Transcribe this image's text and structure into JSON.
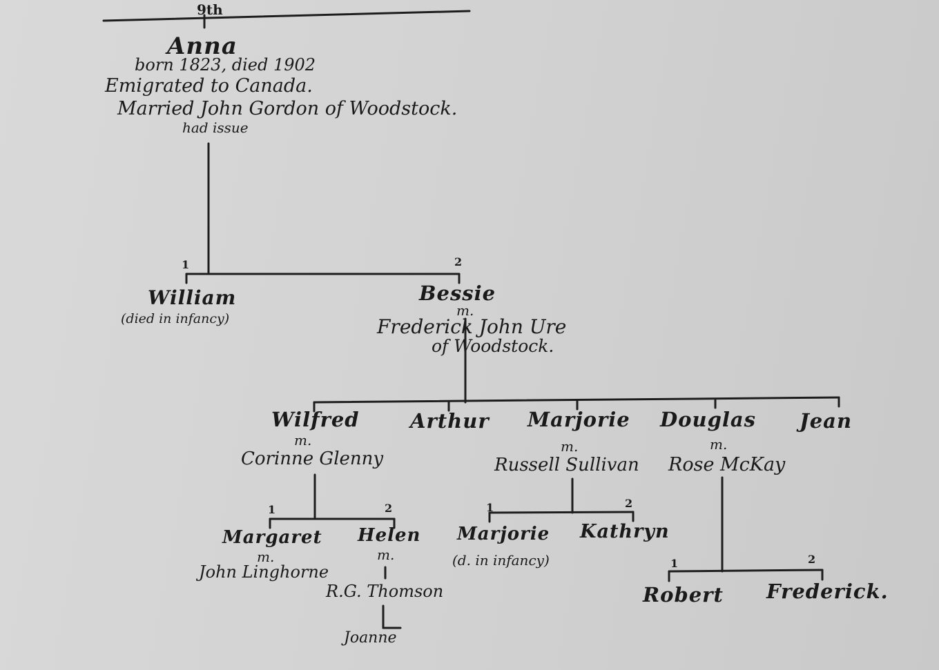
{
  "header": {
    "generation": "9th"
  },
  "anna": {
    "name": "Anna",
    "dates": "born 1823, died 1902",
    "note": "Emigrated to Canada.",
    "marriage": "Married John Gordon of Woodstock.",
    "issue": "had issue"
  },
  "generation2": {
    "william": {
      "num": "1",
      "name": "William",
      "note": "(died in infancy)"
    },
    "bessie": {
      "num": "2",
      "name": "Bessie",
      "m": "m.",
      "spouse": "Frederick John Ure",
      "spouse_of": "of Woodstock."
    }
  },
  "generation3": {
    "wilfred": {
      "name": "Wilfred",
      "m": "m.",
      "spouse": "Corinne Glenny"
    },
    "arthur": {
      "name": "Arthur"
    },
    "marjorie": {
      "name": "Marjorie",
      "m": "m.",
      "spouse": "Russell Sullivan"
    },
    "douglas": {
      "name": "Douglas",
      "m": "m.",
      "spouse": "Rose McKay"
    },
    "jean": {
      "name": "Jean"
    }
  },
  "generation4": {
    "margaret": {
      "num": "1",
      "name": "Margaret",
      "m": "m.",
      "spouse": "John Linghorne"
    },
    "helen": {
      "num": "2",
      "name": "Helen",
      "m": "m.",
      "spouse": "R.G. Thomson"
    },
    "marjorie2": {
      "num": "1",
      "name": "Marjorie",
      "note": "(d. in infancy)"
    },
    "kathryn": {
      "num": "2",
      "name": "Kathryn"
    },
    "robert": {
      "num": "1",
      "name": "Robert"
    },
    "frederick": {
      "num": "2",
      "name": "Frederick."
    }
  },
  "generation5": {
    "joanne": {
      "name": "Joanne"
    }
  }
}
